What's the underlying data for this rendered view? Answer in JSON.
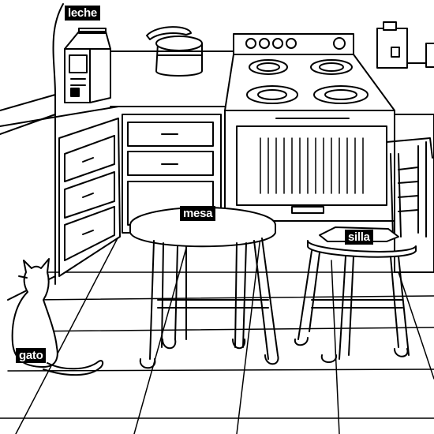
{
  "scene": "kitchen-coloring-page",
  "labels": {
    "leche": "leche",
    "mesa": "mesa",
    "silla": "silla",
    "gato": "gato"
  },
  "colors": {
    "ink": "#000000",
    "paper": "#ffffff",
    "label_bg": "#000000",
    "label_text": "#ffffff"
  }
}
